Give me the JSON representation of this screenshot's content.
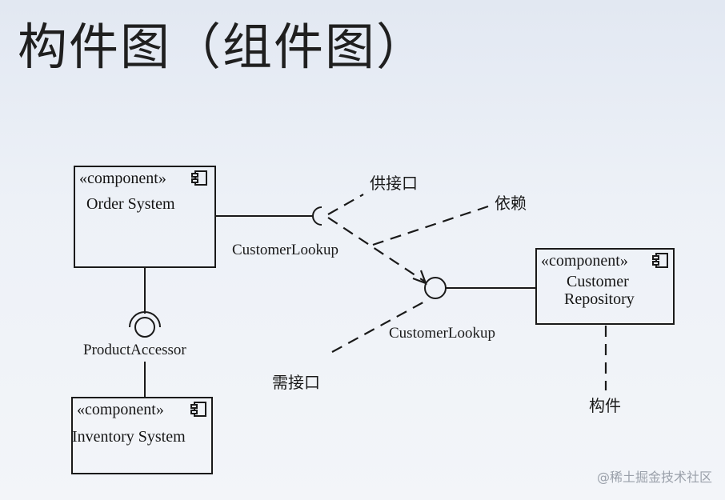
{
  "title": "构件图（组件图）",
  "components": {
    "order": {
      "stereotype": "«component»",
      "name": "Order System"
    },
    "inventory": {
      "stereotype": "«component»",
      "name": "Inventory System"
    },
    "customer": {
      "stereotype": "«component»",
      "name_line1": "Customer",
      "name_line2": "Repository"
    }
  },
  "interfaces": {
    "product_accessor": "ProductAccessor",
    "customer_lookup_required": "CustomerLookup",
    "customer_lookup_provided": "CustomerLookup"
  },
  "annotations": {
    "provided_interface": "供接口",
    "dependency": "依赖",
    "required_interface": "需接口",
    "component": "构件"
  },
  "watermark": "@稀土掘金技术社区",
  "icons": [
    "component-icon"
  ]
}
